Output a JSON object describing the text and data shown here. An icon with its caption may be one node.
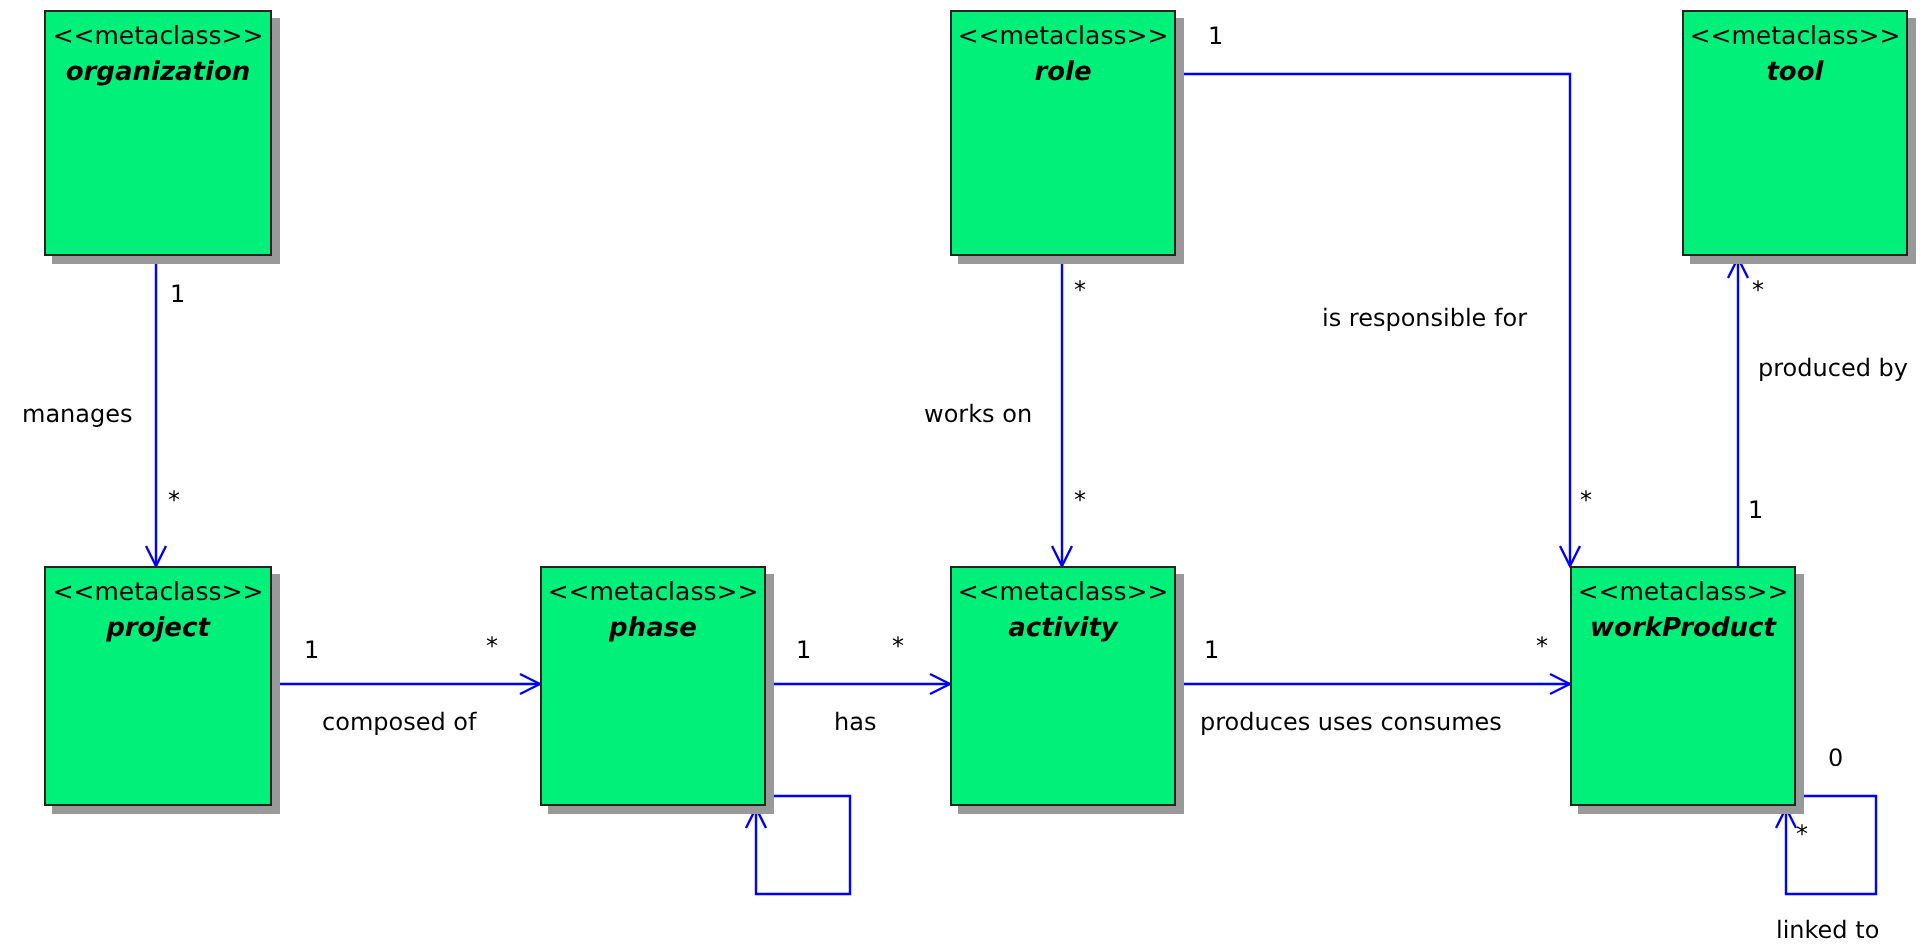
{
  "diagram": {
    "nodes": [
      {
        "text": [
          "<<metaclass>>",
          "organization"
        ]
      },
      {
        "text": [
          "<<metaclass>>",
          "role"
        ]
      },
      {
        "text": [
          "<<metaclass>>",
          "tool"
        ]
      },
      {
        "text": [
          "<<metaclass>>",
          "project"
        ]
      },
      {
        "text": [
          "<<metaclass>>",
          "phase"
        ]
      },
      {
        "text": [
          "<<metaclass>>",
          "activity"
        ]
      },
      {
        "text": [
          "<<metaclass>>",
          "workProduct"
        ]
      }
    ],
    "edges": [
      {
        "from": 0,
        "to": 3,
        "arrow": "to",
        "label": "manages"
      },
      {
        "from": 3,
        "to": 4,
        "arrow": "to",
        "label": "composed of"
      },
      {
        "from": 4,
        "to": 5,
        "arrow": "to",
        "label": "has"
      },
      {
        "from": 1,
        "to": 5,
        "arrow": "to",
        "label": "works on"
      },
      {
        "from": 1,
        "to": 6,
        "arrow": "to",
        "label": "is responsible for"
      },
      {
        "from": 5,
        "to": 6,
        "arrow": "to",
        "label": "produces uses consumes"
      },
      {
        "from": 6,
        "to": 2,
        "arrow": "to",
        "label": "produced by"
      },
      {
        "from": 4,
        "to": 4,
        "arrow": "to"
      },
      {
        "from": 6,
        "to": 6,
        "arrow": "to",
        "label": "linked to"
      }
    ],
    "labels": [
      "1",
      "1",
      "*",
      "*",
      "*",
      "*",
      "*",
      "1",
      "1",
      "*",
      "1",
      "*",
      "1",
      "*",
      "0",
      "*"
    ]
  }
}
